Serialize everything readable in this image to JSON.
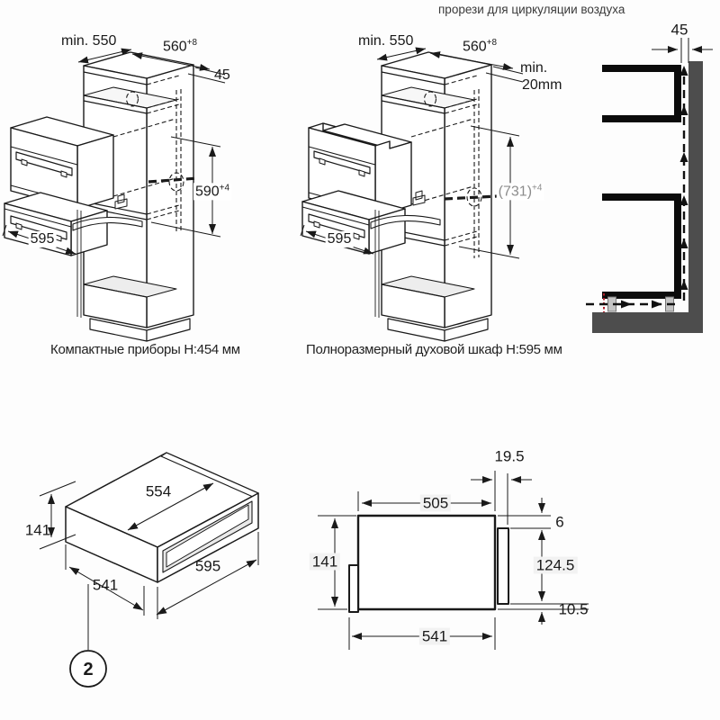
{
  "header": {
    "title": "прорези для циркуляции воздуха"
  },
  "compact": {
    "caption": "Компактные приборы H:454 мм",
    "min_depth": "min. 550",
    "niche_width": "560",
    "niche_width_tol": "+8",
    "rear_gap": "45",
    "niche_height": "590",
    "niche_height_tol": "+4",
    "front_width": "595"
  },
  "fullsize": {
    "caption": "Полноразмерный духовой шкаф H:595 мм",
    "min_depth": "min. 550",
    "niche_width": "560",
    "niche_width_tol": "+8",
    "rear_gap_line1": "min.",
    "rear_gap_line2": "20mm",
    "niche_height": "(731)",
    "niche_height_tol": "+4",
    "front_width": "595"
  },
  "airflow": {
    "rear_gap": "45"
  },
  "drawer_iso": {
    "figure_number": "2",
    "depth_top": "554",
    "height": "141",
    "depth_bottom": "541",
    "width": "595"
  },
  "drawer_profile": {
    "offset_front": "19.5",
    "body_depth": "505",
    "gap_top": "6",
    "height": "141",
    "panel_height": "124.5",
    "overhang_bottom": "10.5",
    "total_depth": "541"
  },
  "colors": {
    "line": "#1a1a1a",
    "wall_gray": "#4d4d4d",
    "appliance_black": "#0b0b0b",
    "spacer_gray": "#c4c4c4",
    "accent_red": "#b3202c"
  }
}
